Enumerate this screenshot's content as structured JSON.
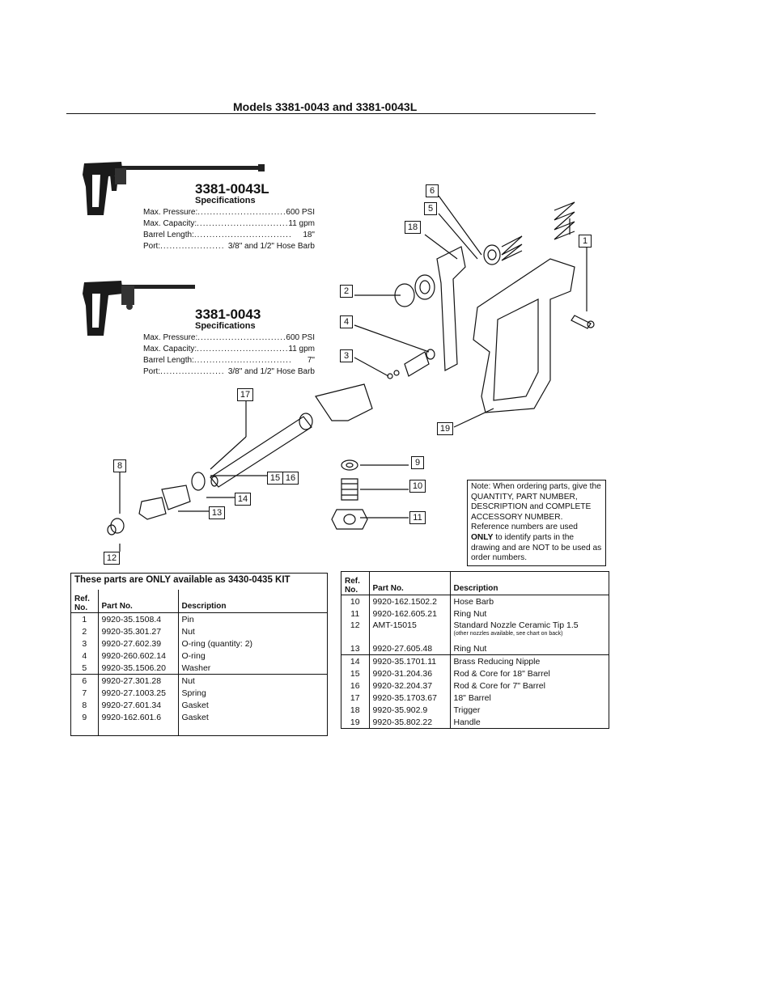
{
  "page_title": "Models 3381-0043 and 3381-0043L",
  "models": [
    {
      "name": "3381-0043L",
      "spec_heading": "Specifications",
      "specs": [
        {
          "label": "Max. Pressure:",
          "value": "600 PSI"
        },
        {
          "label": "Max. Capacity:",
          "value": "11 gpm"
        },
        {
          "label": "Barrel Length:",
          "value": "18\""
        },
        {
          "label": "Port:",
          "value": "3/8\" and 1/2\" Hose Barb"
        }
      ]
    },
    {
      "name": "3381-0043",
      "spec_heading": "Specifications",
      "specs": [
        {
          "label": "Max. Pressure:",
          "value": "600 PSI"
        },
        {
          "label": "Max. Capacity:",
          "value": "11 gpm"
        },
        {
          "label": "Barrel Length:",
          "value": "7\""
        },
        {
          "label": "Port:",
          "value": "3/8\" and 1/2\" Hose Barb"
        }
      ]
    }
  ],
  "diagram_refs": [
    "1",
    "2",
    "3",
    "4",
    "5",
    "6",
    "8",
    "9",
    "10",
    "11",
    "12",
    "13",
    "14",
    "15",
    "16",
    "17",
    "18",
    "19"
  ],
  "note": {
    "part1": "Note: When ordering parts, give the QUANTITY, PART NUMBER, DESCRIPTION and COMPLETE ACCESSORY NUMBER. Reference numbers are used ",
    "bold": "ONLY",
    "part2": " to identify parts in the drawing and are NOT to be used as order numbers."
  },
  "kit_table": {
    "title": "These parts are ONLY available as 3430-0435 KIT",
    "headers": {
      "ref": "Ref. No.",
      "part": "Part No.",
      "desc": "Description"
    },
    "rows": [
      {
        "ref": "1",
        "part": "9920-35.1508.4",
        "desc": "Pin"
      },
      {
        "ref": "2",
        "part": "9920-35.301.27",
        "desc": "Nut"
      },
      {
        "ref": "3",
        "part": "9920-27.602.39",
        "desc": "O-ring (quantity: 2)"
      },
      {
        "ref": "4",
        "part": "9920-260.602.14",
        "desc": "O-ring"
      },
      {
        "ref": "5",
        "part": "9920-35.1506.20",
        "desc": "Washer"
      },
      {
        "ref": "6",
        "part": "9920-27.301.28",
        "desc": "Nut"
      },
      {
        "ref": "7",
        "part": "9920-27.1003.25",
        "desc": "Spring"
      },
      {
        "ref": "8",
        "part": "9920-27.601.34",
        "desc": "Gasket"
      },
      {
        "ref": "9",
        "part": "9920-162.601.6",
        "desc": "Gasket"
      }
    ]
  },
  "ref_table": {
    "headers": {
      "ref": "Ref. No.",
      "part": "Part No.",
      "desc": "Description"
    },
    "rows": [
      {
        "ref": "10",
        "part": "9920-162.1502.2",
        "desc": "Hose Barb",
        "sub": ""
      },
      {
        "ref": "11",
        "part": "9920-162.605.21",
        "desc": "Ring Nut",
        "sub": ""
      },
      {
        "ref": "12",
        "part": "AMT-15015",
        "desc": "Standard Nozzle Ceramic Tip 1.5",
        "sub": "(other nozzles available, see chart on back)"
      },
      {
        "ref": "13",
        "part": "9920-27.605.48",
        "desc": "Ring Nut",
        "sub": ""
      },
      {
        "ref": "14",
        "part": "9920-35.1701.11",
        "desc": "Brass Reducing Nipple",
        "sub": ""
      },
      {
        "ref": "15",
        "part": "9920-31.204.36",
        "desc": "Rod & Core for 18\" Barrel",
        "sub": ""
      },
      {
        "ref": "16",
        "part": "9920-32.204.37",
        "desc": "Rod & Core for 7\" Barrel",
        "sub": ""
      },
      {
        "ref": "17",
        "part": "9920-35.1703.67",
        "desc": "18\" Barrel",
        "sub": ""
      },
      {
        "ref": "18",
        "part": "9920-35.902.9",
        "desc": "Trigger",
        "sub": ""
      },
      {
        "ref": "19",
        "part": "9920-35.802.22",
        "desc": "Handle",
        "sub": ""
      }
    ]
  }
}
